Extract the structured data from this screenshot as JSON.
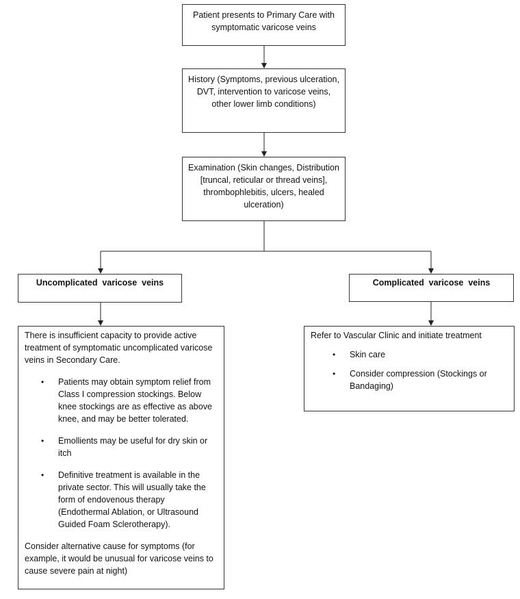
{
  "flowchart": {
    "start_box": {
      "text": "Patient presents to Primary Care with symptomatic varicose veins"
    },
    "history_box": {
      "text": "History (Symptoms, previous ulceration, DVT, intervention to varicose veins, other lower limb conditions)"
    },
    "examination_box": {
      "text": "Examination (Skin changes, Distribution [truncal, reticular or thread veins], thrombophlebitis, ulcers, healed ulceration)"
    },
    "uncomplicated_box": {
      "text": "Uncomplicated  varicose  veins"
    },
    "complicated_box": {
      "text": "Complicated  varicose  veins"
    },
    "uncomplicated_detail": {
      "intro": "There is insufficient capacity to provide active treatment of symptomatic uncomplicated varicose veins in Secondary Care.",
      "bullets": [
        "Patients may obtain symptom relief from Class I compression stockings. Below knee stockings are as effective as above knee, and may be better tolerated.",
        "Emollients may be useful for dry skin or itch",
        "Definitive treatment is available in the private sector. This will usually take the form of endovenous  therapy (Endothermal  Ablation, or Ultrasound Guided Foam Sclerotherapy)."
      ],
      "outro": "Consider alternative cause for symptoms (for example, it would be unusual for varicose veins to cause severe pain at night)"
    },
    "complicated_detail": {
      "intro": "Refer to Vascular Clinic and initiate treatment",
      "bullets": [
        "Skin care",
        "Consider compression (Stockings or Bandaging)"
      ]
    },
    "bullet_glyph": "•"
  },
  "colors": {
    "line": "#222222",
    "border": "#333333",
    "text": "#111111"
  }
}
